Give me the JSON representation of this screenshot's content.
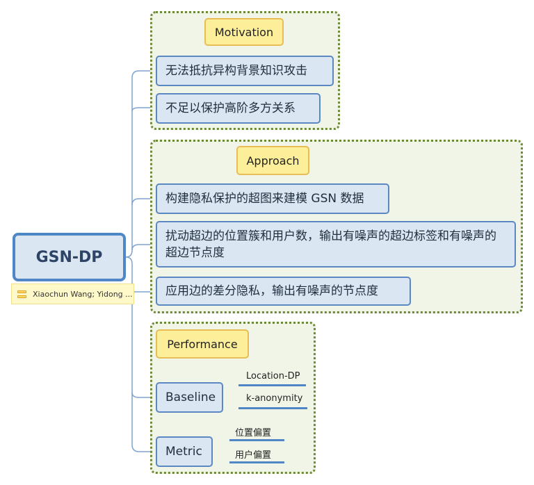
{
  "root": {
    "title": "GSN-DP",
    "note": "Xiaochun Wang; Yidong ..."
  },
  "motivation": {
    "callout": "Motivation",
    "items": [
      "无法抵抗异构背景知识攻击",
      "不足以保护高阶多方关系"
    ]
  },
  "approach": {
    "callout": "Approach",
    "items": [
      "构建隐私保护的超图来建模 GSN 数据",
      "扰动超边的位置簇和用户数，输出有噪声的超边标签和有噪声的超边节点度",
      "应用边的差分隐私，输出有噪声的节点度"
    ]
  },
  "performance": {
    "callout": "Performance",
    "baseline": {
      "label": "Baseline",
      "children": [
        "Location-DP",
        "k-anonymity"
      ]
    },
    "metric": {
      "label": "Metric",
      "children": [
        "位置偏置",
        "用户偏置"
      ]
    }
  },
  "colors": {
    "node_fill": "#dbe6f3",
    "node_border": "#5b87c2",
    "group_border": "#6e8a38",
    "callout_fill": "#fdee9a"
  }
}
